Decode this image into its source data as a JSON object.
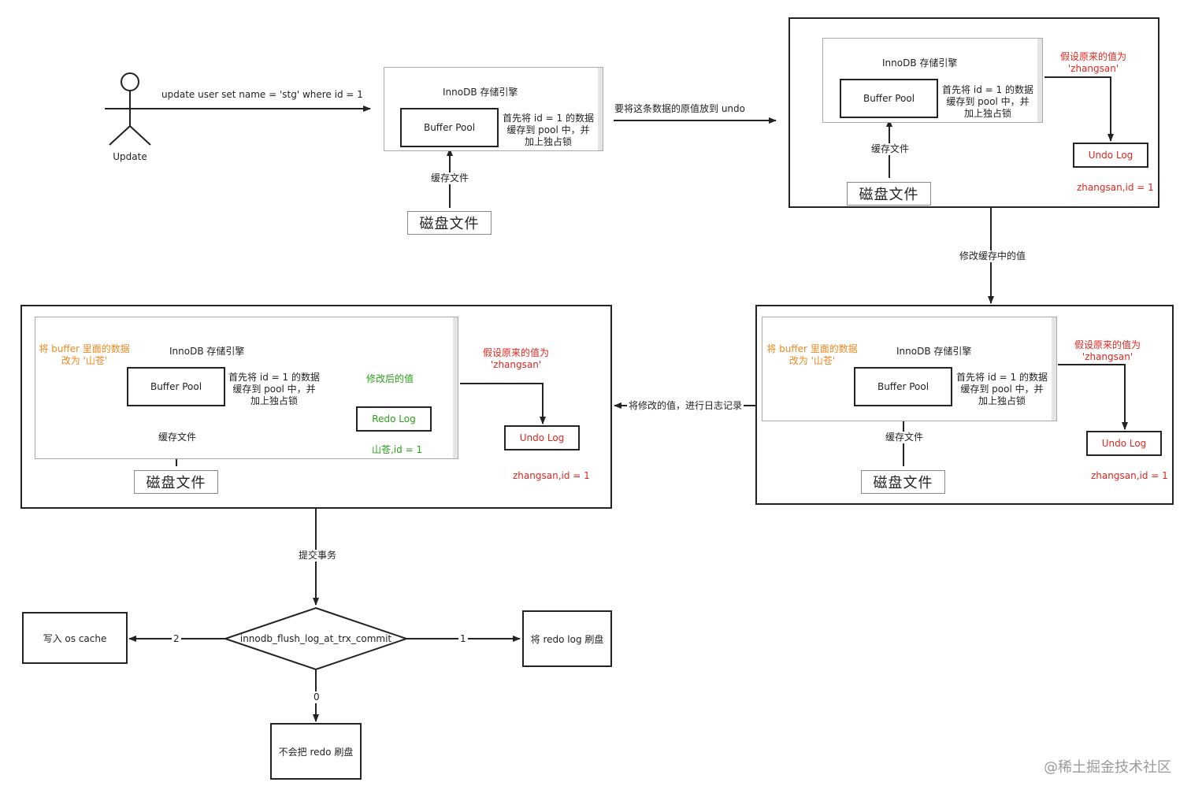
{
  "actor": {
    "label": "Update"
  },
  "sql": "update user set name = 'stg' where id = 1",
  "engine_title": "InnoDB 存储引擎",
  "buffer_pool": "Buffer Pool",
  "disk_file": "磁盘文件",
  "cache_file": "缓存文件",
  "lock_note": [
    "首先将 id = 1 的数据",
    "缓存到 pool 中，并",
    "加上独占锁"
  ],
  "undo_arrow": "要将这条数据的原值放到 undo",
  "assume_original": [
    "假设原来的值为",
    "'zhangsan'"
  ],
  "undo_log": "Undo Log",
  "undo_value": "zhangsan,id = 1",
  "modify_cache": "修改缓存中的值",
  "buffer_change": [
    "将 buffer 里面的数据",
    "改为 '山苍'"
  ],
  "record_log": "将修改的值，进行日志记录",
  "modified_value": "修改后的值",
  "redo_log": "Redo Log",
  "redo_value": "山苍,id = 1",
  "commit": "提交事务",
  "decision": "innodb_flush_log_at_trx_commit",
  "branch_2": "2",
  "branch_1": "1",
  "branch_0": "0",
  "write_os_cache": "写入 os cache",
  "flush_redo": "将 redo log 刷盘",
  "no_flush": "不会把 redo 刷盘",
  "watermark": "@稀土掘金技术社区",
  "colors": {
    "red": "#e0261e",
    "orange": "#f0871e",
    "green": "#2aa11a",
    "line": "#222222"
  }
}
